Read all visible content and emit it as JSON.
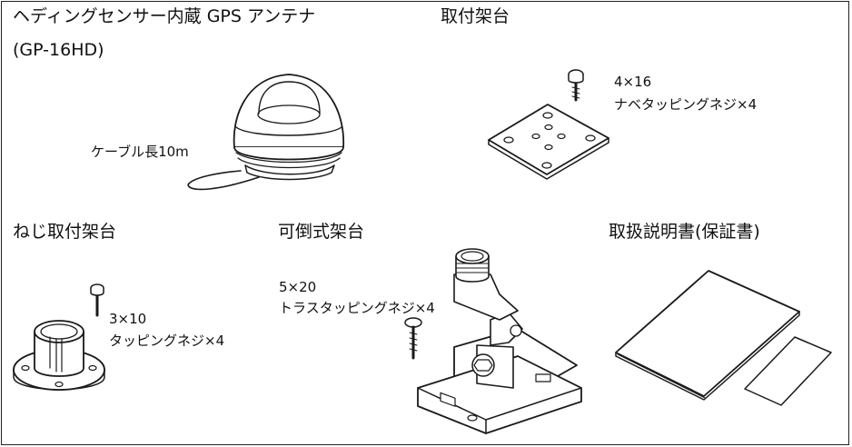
{
  "antenna": {
    "title_line1": "ヘディングセンサー内蔵 GPS アンテナ",
    "title_line2": "(GP-16HD)",
    "cable_label": "ケーブル長10m"
  },
  "mount": {
    "title": "取付架台",
    "screw_size": "4×16",
    "screw_desc": "ナベタッピングネジ×4"
  },
  "screw_mount": {
    "title": "ねじ取付架台",
    "screw_size": "3×10",
    "screw_desc": "タッピングネジ×4"
  },
  "tilt_mount": {
    "title": "可倒式架台",
    "screw_size": "5×20",
    "screw_desc": "トラスタッピングネジ×4"
  },
  "manual": {
    "title": "取扱説明書(保証書)"
  }
}
